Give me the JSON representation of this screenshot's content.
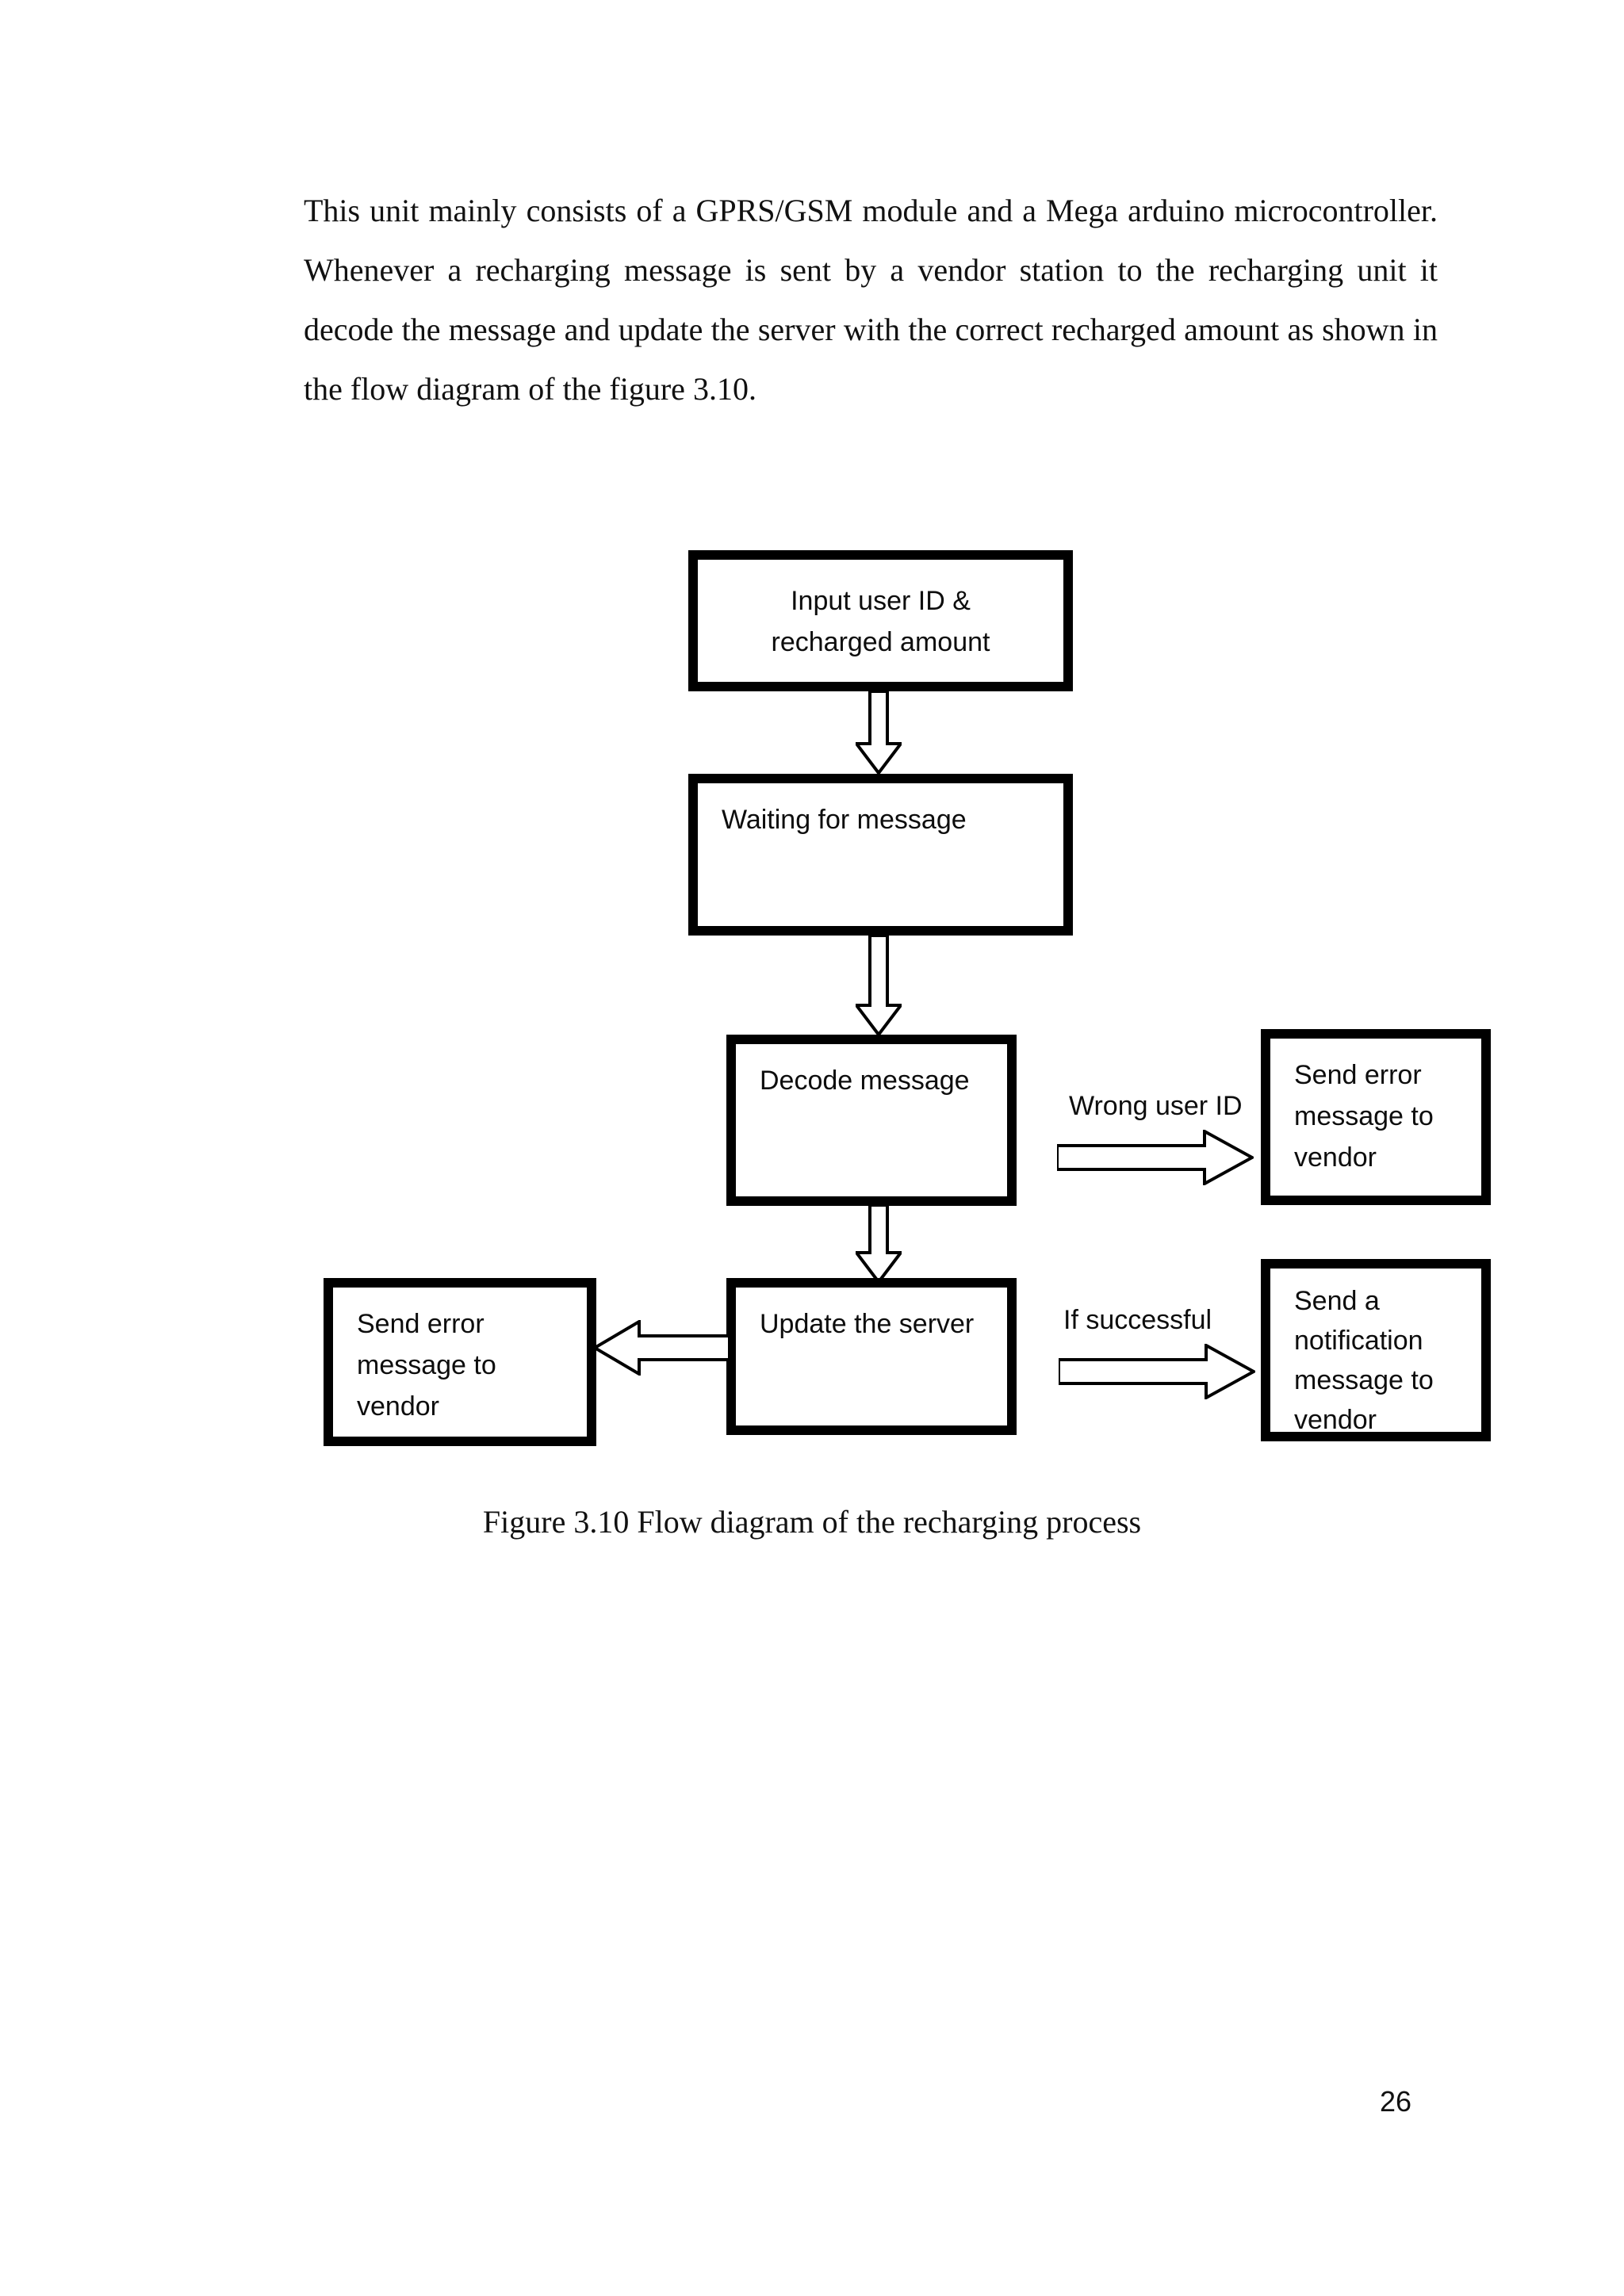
{
  "page": {
    "number": "26",
    "paragraph": "This unit mainly consists of a GPRS/GSM module and a Mega arduino microcontroller. Whenever a recharging message is sent by a vendor station to the recharging unit it decode the message and update the server with  the correct recharged amount as shown in the flow diagram of the figure 3.10.",
    "caption": "Figure 3.10 Flow diagram of the recharging process"
  },
  "figure": {
    "id": "3.10",
    "title": "Flow diagram of the recharging process",
    "nodes": [
      {
        "id": "input",
        "label": "Input user ID &\nrecharged amount",
        "align": "center"
      },
      {
        "id": "waiting",
        "label": "Waiting for message",
        "align": "left"
      },
      {
        "id": "decode",
        "label": "Decode message",
        "align": "left"
      },
      {
        "id": "update",
        "label": "Update the server",
        "align": "left"
      },
      {
        "id": "error-right",
        "label": "Send error\nmessage to\nvendor",
        "align": "left"
      },
      {
        "id": "error-left",
        "label": "Send error\nmessage to\nvendor",
        "align": "left"
      },
      {
        "id": "notify",
        "label": "Send a\nnotification\nmessage to\nvendor",
        "align": "left"
      }
    ],
    "edges": [
      {
        "id": "input-to-waiting",
        "from": "input",
        "to": "waiting",
        "label": "",
        "direction": "down"
      },
      {
        "id": "waiting-to-decode",
        "from": "waiting",
        "to": "decode",
        "label": "",
        "direction": "down"
      },
      {
        "id": "decode-to-error-right",
        "from": "decode",
        "to": "error-right",
        "label": "Wrong user ID",
        "direction": "right"
      },
      {
        "id": "decode-to-update",
        "from": "decode",
        "to": "update",
        "label": "",
        "direction": "down"
      },
      {
        "id": "update-to-error-left",
        "from": "update",
        "to": "error-left",
        "label": "",
        "direction": "left"
      },
      {
        "id": "update-to-notify",
        "from": "update",
        "to": "notify",
        "label": "If successful",
        "direction": "right"
      }
    ],
    "colors": {
      "stroke": "#000000",
      "fill": "#ffffff",
      "text": "#0d0d0d"
    }
  }
}
